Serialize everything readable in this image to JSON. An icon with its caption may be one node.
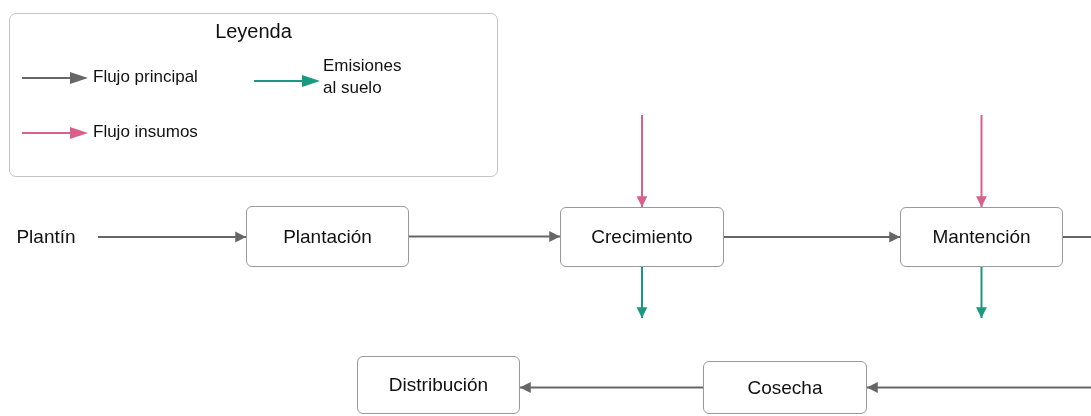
{
  "diagram": {
    "nodes": [
      {
        "text": [
          "Plantín"
        ]
      },
      {
        "text": [
          "Plantación"
        ]
      },
      {
        "text": [
          "Crecimiento"
        ]
      },
      {
        "text": [
          "Mantención"
        ]
      },
      {
        "text": [
          "Distribución"
        ]
      },
      {
        "text": [
          "Cosecha"
        ]
      }
    ],
    "edges": [
      {
        "from": 0,
        "to": 1,
        "arrow": "to"
      },
      {
        "from": 1,
        "to": 2,
        "arrow": "to"
      },
      {
        "from": 2,
        "to": 3,
        "arrow": "to"
      },
      {
        "from": 3,
        "to": null,
        "arrow": "none"
      },
      {
        "from": null,
        "to": 5,
        "arrow": "to"
      },
      {
        "from": 5,
        "to": 4,
        "arrow": "to"
      },
      {
        "from": null,
        "to": 2,
        "arrow": "to",
        "color": "#d9608a"
      },
      {
        "from": null,
        "to": 3,
        "arrow": "to",
        "color": "#d9608a"
      },
      {
        "from": 2,
        "to": null,
        "arrow": "to",
        "color": "#1a9980"
      },
      {
        "from": 3,
        "to": null,
        "arrow": "to",
        "color": "#1a9980"
      }
    ],
    "labels": [
      "Leyenda"
    ],
    "legend": [
      {
        "text": "Flujo principal",
        "color": "#666666"
      },
      {
        "text": "Emisiones al suelo",
        "color": "#1a9980"
      },
      {
        "text": "Flujo insumos",
        "color": "#d9608a"
      }
    ]
  }
}
